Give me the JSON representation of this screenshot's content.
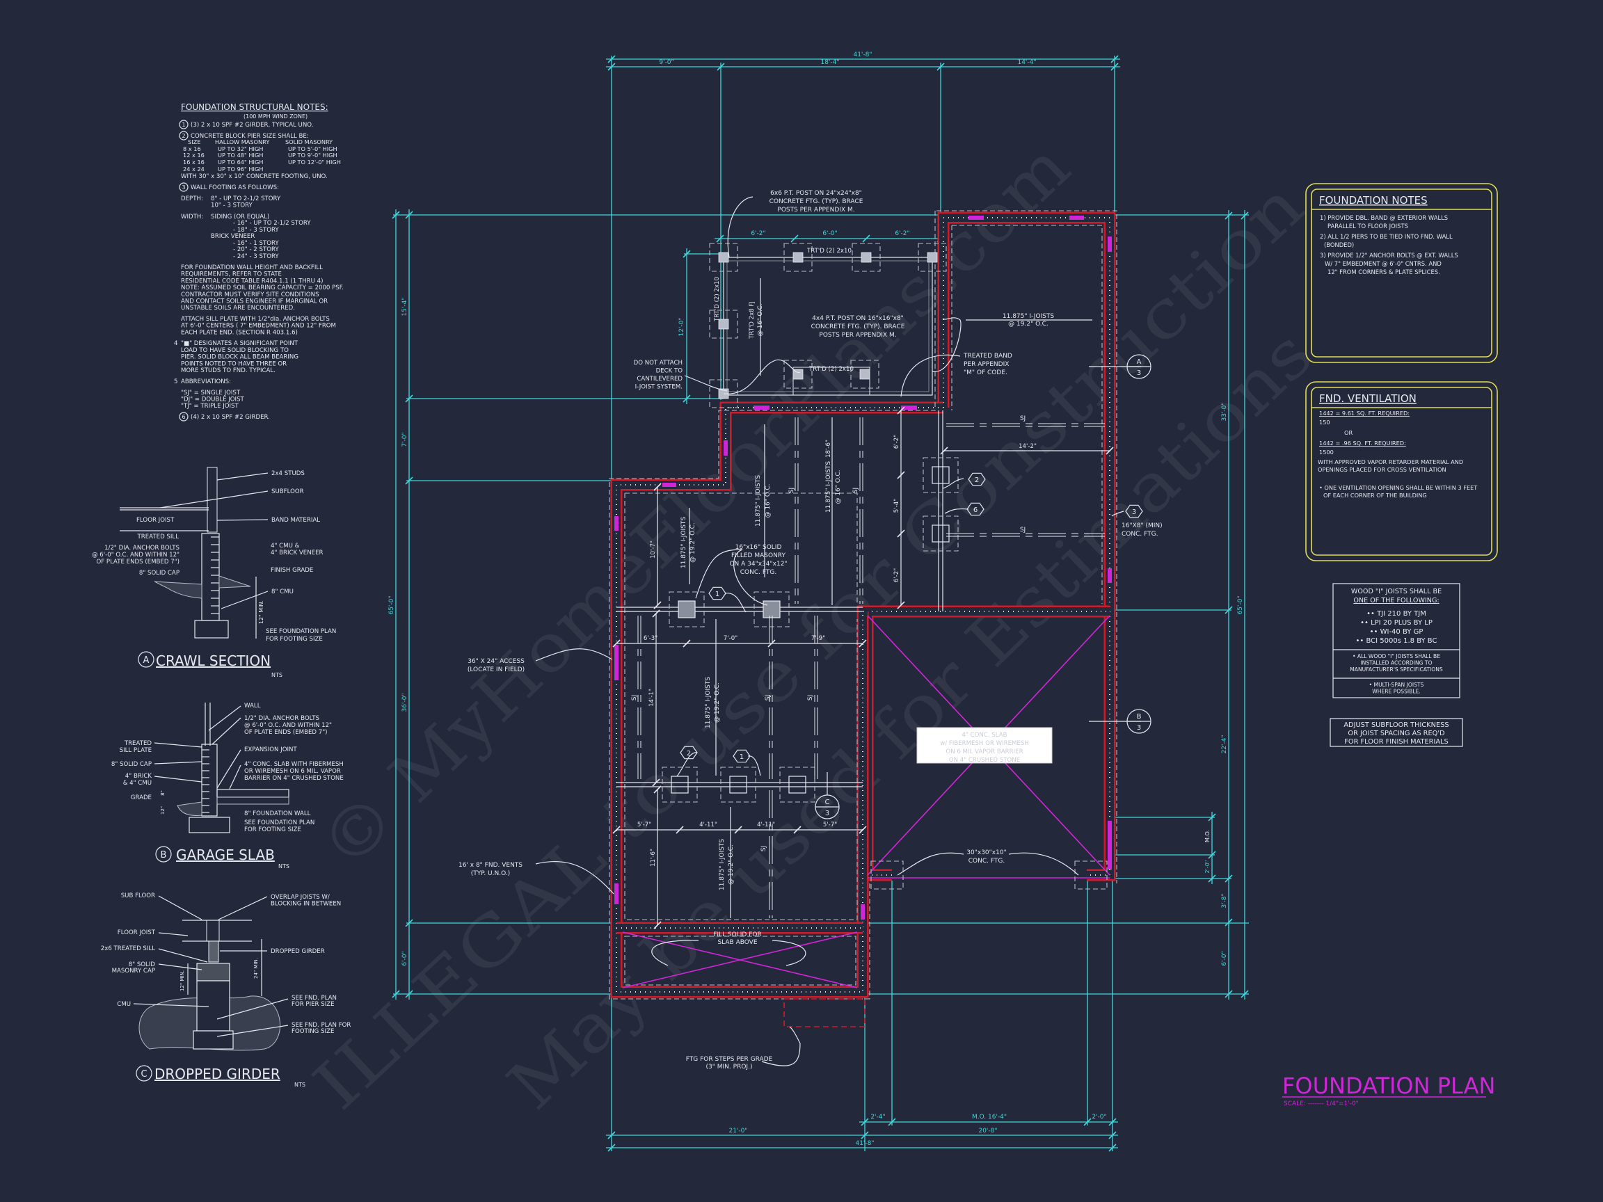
{
  "sheet": {
    "title": "FOUNDATION PLAN",
    "scale": "SCALE: ------- 1/4\"=1'-0\""
  },
  "colors": {
    "background": "#23283a",
    "dimension": "#3fd8dc",
    "wall": "#d01c2a",
    "vent": "#d025d8",
    "title": "#d025d8",
    "note_box": "#e2dc55",
    "linework": "#e6e8f0"
  },
  "watermark": {
    "line1": "© MyHomeFloorPlans.com",
    "line2": "ILLEGAL to use for Construction",
    "line3": "May be used for Estimations"
  },
  "structural_notes": {
    "title": "FOUNDATION STRUCTURAL NOTES:",
    "subtitle": "(100 MPH WIND ZONE)",
    "markers": [
      "1",
      "2",
      "3",
      "6"
    ],
    "note1": "(3) 2 x 10 SPF #2 GIRDER, TYPICAL UNO.",
    "note2": "CONCRETE BLOCK PIER SIZE SHALL BE:",
    "pier_table": {
      "headers": [
        "SIZE",
        "HALLOW MASONRY",
        "SOLID MASONRY"
      ],
      "rows": [
        [
          "8 x 16",
          "UP TO 32\" HIGH",
          "UP TO 5'-0\" HIGH"
        ],
        [
          "12 x 16",
          "UP TO 48\" HIGH",
          "UP TO 9'-0\" HIGH"
        ],
        [
          "16 x 16",
          "UP TO 64\" HIGH",
          "UP TO 12'-0\" HIGH"
        ],
        [
          "24 x 24",
          "UP TO 96\" HIGH",
          ""
        ]
      ]
    },
    "note2_footing": "WITH 30\" x 30\" x 10\" CONCRETE FOOTING, UNO.",
    "note3": "WALL FOOTING AS FOLLOWS:",
    "depth_label": "DEPTH:",
    "depth": [
      "8\" - UP TO 2-1/2 STORY",
      "10\" - 3 STORY"
    ],
    "width_label": "WIDTH:",
    "width": [
      "SIDING (OR EQUAL)",
      "- 16\" - UP TO 2-1/2 STORY",
      "- 18\" - 3 STORY",
      "BRICK VENEER",
      "- 16\" - 1 STORY",
      "- 20\" - 2 STORY",
      "- 24\" - 3 STORY"
    ],
    "wall_paragraph": [
      "FOR FOUNDATION WALL HEIGHT AND BACKFILL",
      "REQUIREMENTS, REFER TO STATE",
      "RESIDENTIAL CODE TABLE R404.1.1 (1 THRU 4)",
      "NOTE: ASSUMED SOIL BEARING CAPACITY = 2000 PSF.",
      "CONTRACTOR MUST VERIFY SITE CONDITIONS",
      "AND CONTACT SOILS ENGINEER IF MARGINAL OR",
      "UNSTABLE SOILS ARE ENCOUNTERED."
    ],
    "sill_paragraph": [
      "ATTACH SILL PLATE WITH 1/2\"dia. ANCHOR BOLTS",
      "AT 6'-0\" CENTERS ( 7\" EMBEDMENT) AND 12\" FROM",
      "EACH PLATE END. (SECTION R 403.1.6)"
    ],
    "note4_num": "4",
    "note4": [
      "\"■\" DESIGNATES A SIGNIFICANT POINT",
      "LOAD TO HAVE SOLID BLOCKING TO",
      "PIER. SOLID BLOCK ALL BEAM BEARING",
      "POINTS NOTED TO HAVE THREE OR",
      "MORE STUDS TO FND. TYPICAL."
    ],
    "note5_num": "5",
    "note5": "ABBREVIATIONS:",
    "abbreviations": [
      "\"SJ\" = SINGLE JOIST",
      "\"DJ\" = DOUBLE JOIST",
      "\"TJ\" = TRIPLE JOIST"
    ],
    "note6": "(4) 2 x 10 SPF #2 GIRDER."
  },
  "details": {
    "crawl": {
      "marker": "A",
      "title": "CRAWL SECTION",
      "nts": "NTS",
      "labels": {
        "studs": "2x4 STUDS",
        "subfloor": "SUBFLOOR",
        "floor_joist": "FLOOR JOIST",
        "band": "BAND MATERIAL",
        "sill": "TREATED SILL",
        "bolts": [
          "1/2\" DIA. ANCHOR BOLTS",
          "@ 6'-0\" O.C. AND WITHIN 12\"",
          "OF PLATE ENDS (EMBED 7\")"
        ],
        "cap": "8\" SOLID CAP",
        "cmu_brick": [
          "4\" CMU &",
          "4\" BRICK VENEER"
        ],
        "grade": "FINISH GRADE",
        "cmu": "8\" CMU",
        "min": "12\" MIN.",
        "footing": [
          "SEE FOUNDATION PLAN",
          "FOR FOOTING SIZE"
        ]
      }
    },
    "garage": {
      "marker": "B",
      "title": "GARAGE SLAB",
      "nts": "NTS",
      "labels": {
        "wall": "WALL",
        "bolts": [
          "1/2\" DIA. ANCHOR BOLTS",
          "@ 6'-0\" O.C. AND WITHIN 12\"",
          "OF PLATE ENDS (EMBED 7\")"
        ],
        "sill": [
          "TREATED",
          "SILL PLATE"
        ],
        "joint": "EXPANSION JOINT",
        "cap": "8\" SOLID CAP",
        "slab": [
          "4\" CONC. SLAB WITH FIBERMESH",
          "OR WIREMESH ON 6 MIL. VAPOR",
          "BARRIER ON 4\" CRUSHED STONE"
        ],
        "brick": [
          "4\" BRICK",
          "& 4\" CMU"
        ],
        "grade": "GRADE",
        "dims": [
          "12\"",
          "8\""
        ],
        "wall8": "8\" FOUNDATION WALL",
        "footing": [
          "SEE FOUNDATION PLAN",
          "FOR FOOTING SIZE"
        ]
      }
    },
    "girder": {
      "marker": "C",
      "title": "DROPPED GIRDER",
      "nts": "NTS",
      "labels": {
        "subfloor": "SUB FLOOR",
        "overlap": [
          "OVERLAP JOISTS W/",
          "BLOCKING IN BETWEEN"
        ],
        "floor_joist": "FLOOR JOIST",
        "girder": "DROPPED GIRDER",
        "sill": "2x6 TREATED SILL",
        "cap": [
          "8\" SOLID",
          "MASONRY CAP"
        ],
        "min12": "12\" MIN.",
        "min24": "24\" MIN.",
        "cmu": "CMU",
        "pier": [
          "SEE FND. PLAN",
          "FOR PIER SIZE"
        ],
        "footing": [
          "SEE FND. PLAN FOR",
          "FOOTING SIZE"
        ]
      }
    }
  },
  "foundation_notes": {
    "title": "FOUNDATION NOTES",
    "lines": [
      "1) PROVIDE DBL. BAND @ EXTERIOR WALLS",
      "PARALLEL TO FLOOR JOISTS",
      "2) ALL 1/2 PIERS TO BE TIED INTO FND. WALL",
      "(BONDED)",
      "3) PROVIDE 1/2\" ANCHOR BOLTS @ EXT. WALLS",
      "W/ 7\" EMBEDMENT @ 6'-0\" CNTRS. AND",
      "12\" FROM CORNERS & PLATE SPLICES."
    ]
  },
  "ventilation": {
    "title": "FND. VENTILATION",
    "lines": [
      "1442 = 9.61 SQ. FT. REQUIRED:",
      "150",
      "OR",
      "1442 = .96 SQ. FT. REQUIRED:",
      "1500",
      "WITH APPROVED VAPOR RETARDER MATERIAL AND",
      "OPENINGS PLACED FOR CROSS VENTILATION",
      "• ONE VENTILATION OPENING SHALL BE WITHIN 3 FEET",
      "OF EACH CORNER OF THE BUILDING"
    ]
  },
  "joist_box": {
    "heading": [
      "WOOD \"I\" JOISTS SHALL BE",
      "ONE OF THE FOLLOWING:"
    ],
    "options": [
      "•• TJI 210 BY TJM",
      "•• LPI 20 PLUS BY LP",
      "•• WI-40 BY GP",
      "•• BCI 5000s 1.8 BY BC"
    ],
    "install": [
      "• ALL WOOD \"I\" JOISTS SHALL BE",
      "INSTALLED ACCORDING TO",
      "MANUFACTURER'S SPECIFICATIONS"
    ],
    "multispan": [
      "• MULTI-SPAN JOISTS",
      "WHERE POSSIBLE."
    ]
  },
  "subfloor_box": [
    "ADJUST SUBFLOOR THICKNESS",
    "OR JOIST SPACING AS REQ'D",
    "FOR FLOOR FINISH MATERIALS"
  ],
  "dimensions": {
    "top_overall": "41'-8\"",
    "top": [
      "9'-0\"",
      "18'-4\"",
      "14'-4\""
    ],
    "deck": [
      "6'-2\"",
      "6'-0\"",
      "6'-2\"",
      "12'-0\""
    ],
    "left_overall": "65'-0\"",
    "left": [
      "15'-4\"",
      "7'-0\"",
      "36'-0\"",
      "6'-0\""
    ],
    "right_overall": "65'-0\"",
    "right": [
      "33'-0\"",
      "22'-4\"",
      "3'-8\"",
      "6'-0\""
    ],
    "right_small": [
      "M.O.",
      "2'-0\""
    ],
    "bottom_small": [
      "2'-4\"",
      "M.O. 16'-4\"",
      "2'-0\""
    ],
    "bottom": [
      "21'-0\"",
      "20'-8\""
    ],
    "bottom_overall": "41'-8\"",
    "interior_upper": [
      "6'-3\"",
      "7'-0\"",
      "7'-9\""
    ],
    "interior_lower": [
      "5'-7\"",
      "4'-11\"",
      "4'-11\"",
      "5'-7\""
    ],
    "right_room": [
      "14'-2\"",
      "6'-2\"",
      "5'-4\"",
      "6'-2\""
    ],
    "vertical": [
      "18'-6\"",
      "10'-7\"",
      "14'-1\"",
      "11'-6\""
    ]
  },
  "plan": {
    "deck_post": [
      "6x6 P.T. POST ON 24\"x24\"x8\"",
      "CONCRETE FTG. (TYP). BRACE",
      "POSTS PER APPENDIX M."
    ],
    "deck_beam": "TRT'D (2) 2x10",
    "deck_beam_side": "TRT'D (2) 2x10",
    "deck_beam_bottom": "TRT'D (2) 2x10",
    "deck_joists": [
      "TRT'D 2x8 FJ",
      "@ 16\" O.C."
    ],
    "small_post": [
      "4x4 P.T. POST ON 16\"x16\"x8\"",
      "CONCRETE FTG. (TYP). BRACE",
      "POSTS PER APPENDIX M."
    ],
    "no_attach": [
      "DO NOT ATTACH",
      "DECK TO",
      "CANTILEVERED",
      "I-JOIST SYSTEM."
    ],
    "treated_band": [
      "TREATED BAND",
      "PER APPENDIX",
      "\"M\" OF CODE."
    ],
    "joists_192": [
      "11.875\" I-JOISTS",
      "@ 19.2\" O.C."
    ],
    "joists_16": [
      "11.875\" I-JOISTS",
      "@ 16\" O.C."
    ],
    "sj": "SJ",
    "conc_ftg_min": [
      "16\"X8\" (MIN)",
      "CONC. FTG."
    ],
    "solid_masonry": [
      "16\"x16\" SOLID",
      "FILLED MASONRY",
      "ON A 34\"x34\"x12\"",
      "CONC. FTG."
    ],
    "access": [
      "36\" X 24\" ACCESS",
      "(LOCATE IN FIELD)"
    ],
    "vents": [
      "16' x 8\" FND. VENTS",
      "(TYP. U.N.O.)"
    ],
    "garage_slab": [
      "4\" CONC. SLAB",
      "w/ FIBERMESH OR WIREMESH",
      "ON 6 MIL VAPOR BARRIER",
      "ON 4\" CRUSHED STONE"
    ],
    "garage_ftg": [
      "30\"x30\"x10\"",
      "CONC. FTG."
    ],
    "fill_solid": [
      "FILL SOLID FOR",
      "SLAB ABOVE"
    ],
    "steps": [
      "FTG FOR STEPS PER GRADE",
      "(3\" MIN. PROJ.)"
    ],
    "tags": {
      "one": "1",
      "two": "2",
      "three": "3",
      "six": "6"
    },
    "sections": {
      "a": {
        "letter": "A",
        "sheet": "3"
      },
      "b": {
        "letter": "B",
        "sheet": "3"
      },
      "c": {
        "letter": "C",
        "sheet": "3"
      }
    }
  }
}
